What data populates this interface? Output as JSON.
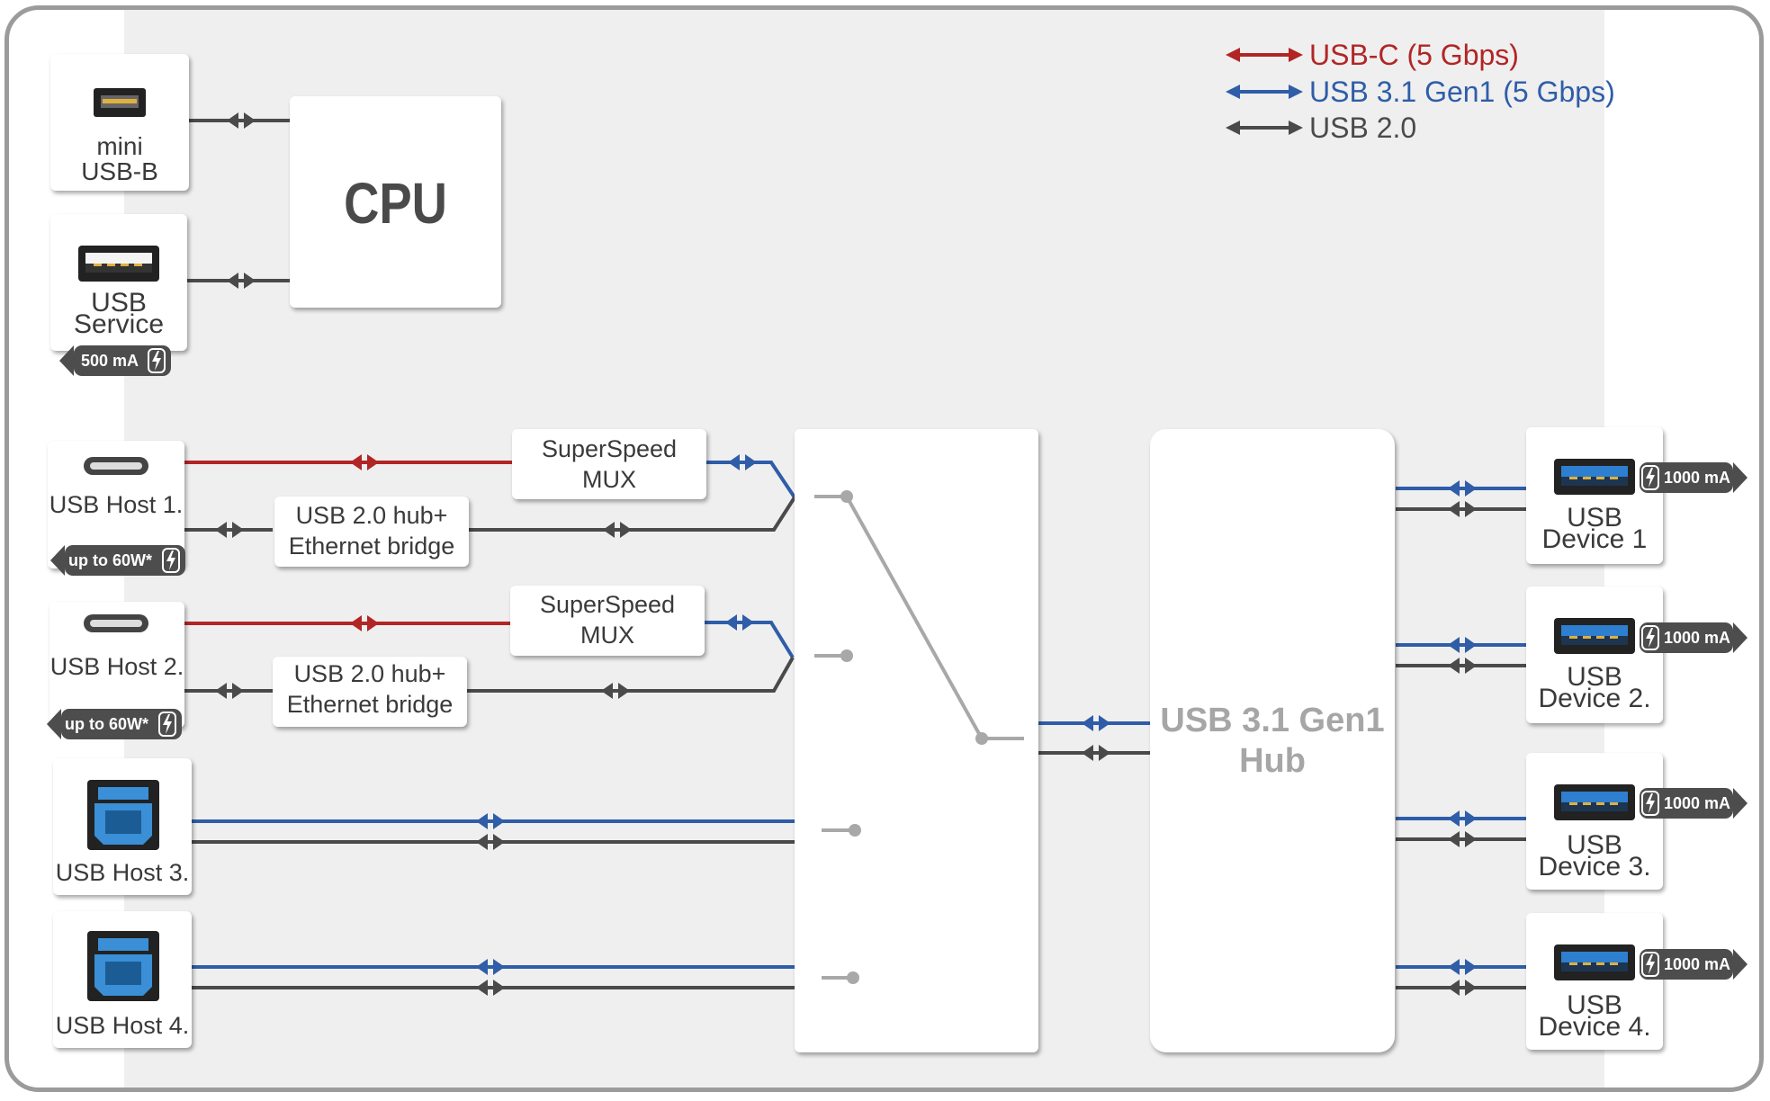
{
  "legend": [
    {
      "label": "USB-C (5 Gbps)",
      "color": "#b22525"
    },
    {
      "label": "USB 3.1 Gen1 (5 Gbps)",
      "color": "#2f5da8"
    },
    {
      "label": "USB 2.0",
      "color": "#4a4a4a"
    }
  ],
  "colors": {
    "usbc": "#b22525",
    "usb31": "#2f5da8",
    "usb20": "#4a4a4a",
    "switch": "#a8a8a8",
    "bolt_icon": "lightning-icon"
  },
  "ports": {
    "mini_usb_b": {
      "line1": "mini",
      "line2": "USB-B"
    },
    "usb_service": {
      "line1": "USB",
      "line2": "Service",
      "badge": "500 mA"
    },
    "host1": {
      "label": "USB Host 1.",
      "badge": "up to 60W*"
    },
    "host2": {
      "label": "USB Host 2.",
      "badge": "up to 60W*"
    },
    "host3": {
      "label": "USB Host 3."
    },
    "host4": {
      "label": "USB Host 4."
    },
    "device1": {
      "line1": "USB",
      "line2": "Device 1",
      "badge": "1000 mA"
    },
    "device2": {
      "line1": "USB",
      "line2": "Device 2.",
      "badge": "1000 mA"
    },
    "device3": {
      "line1": "USB",
      "line2": "Device 3.",
      "badge": "1000 mA"
    },
    "device4": {
      "line1": "USB",
      "line2": "Device 4.",
      "badge": "1000 mA"
    }
  },
  "blocks": {
    "cpu": "CPU",
    "mux1": {
      "line1": "SuperSpeed",
      "line2": "MUX"
    },
    "mux2": {
      "line1": "SuperSpeed",
      "line2": "MUX"
    },
    "hub_eth1": {
      "line1": "USB 2.0 hub+",
      "line2": "Ethernet bridge"
    },
    "hub_eth2": {
      "line1": "USB 2.0 hub+",
      "line2": "Ethernet bridge"
    },
    "hub": {
      "line1": "USB 3.1 Gen1",
      "line2": "Hub"
    }
  }
}
